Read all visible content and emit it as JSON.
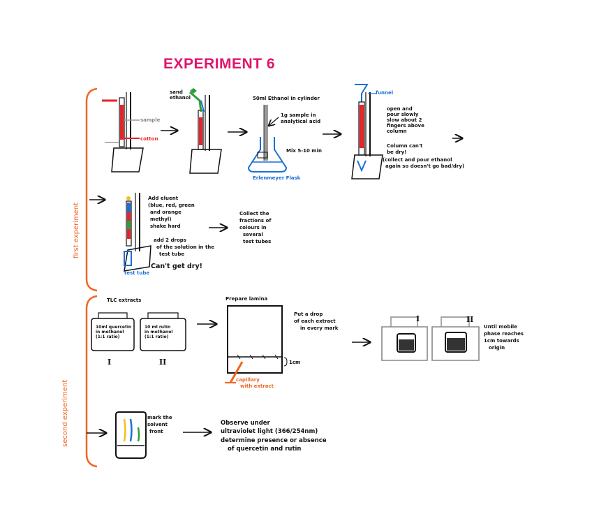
{
  "title": "EXPERIMENT 6",
  "sections": {
    "first": "first experiment",
    "second": "second experiment"
  },
  "step1": {
    "label_sample": "sample",
    "label_cotton": "cotton"
  },
  "step2": {
    "label_sand": "sand",
    "label_ethanol": "ethanol"
  },
  "step3": {
    "cylinder": "50ml Ethanol in cylinder",
    "acid_line1": "1g sample in",
    "acid_line2": "analytical acid",
    "mix": "Mix 5-10 min",
    "flask": "Erlenmeyer Flask"
  },
  "step4": {
    "funnel": "funnel",
    "n1": "open and",
    "n2": "pour slowly",
    "n3": "slow about 2",
    "n4": "fingers above",
    "n5": "column",
    "n6": "Column can't",
    "n7": "be dry!",
    "n8": "(collect and pour ethanol",
    "n9": "again so doesn't go bad/dry)"
  },
  "step5": {
    "n1": "Add eluent",
    "n2": "(blue, red, green",
    "n3": "and orange",
    "n4": "methyl)",
    "n5": "shake hard",
    "n6": "add 2 drops",
    "n7": "of the solution in the",
    "n8": "test tube",
    "n9": "Can't get dry!",
    "tube": "test tube"
  },
  "step6": {
    "n1": "Collect the",
    "n2": "fractions of",
    "n3": "colours in",
    "n4": "several",
    "n5": "test tubes"
  },
  "second": {
    "tlc": "TLC extracts",
    "bag1_l1": "10ml quercetin",
    "bag1_l2": "in methanol",
    "bag1_l3": "(1:1 ratio)",
    "bag2_l1": "10 ml rutin",
    "bag2_l2": "in methanol",
    "bag2_l3": "(1:1 ratio)",
    "roman1": "I",
    "roman2": "II",
    "plate": "Prepare lamina",
    "capillary1": "capillary",
    "capillary2": "with extract",
    "cm": "1cm",
    "drop1": "Put a drop",
    "drop2": "of each extract",
    "drop3": "in every mark",
    "mobile1": "Until mobile",
    "mobile2": "phase reaches",
    "mobile3": "1cm towards",
    "mobile4": "origin",
    "dry1": "mark the",
    "dry2": "solvent",
    "dry3": "front",
    "uv1": "Observe under",
    "uv2": "ultraviolet light (366/254nm)",
    "uv3": "determine presence or absence",
    "uv4": "of quercetin and rutin"
  },
  "colors": {
    "title": "#e0156b",
    "bracket": "#f26522",
    "blue": "#1a6fd6",
    "red": "#e8232a",
    "green": "#2e9e3a",
    "yellow": "#f2c01e",
    "gray": "#9a9a9a"
  }
}
